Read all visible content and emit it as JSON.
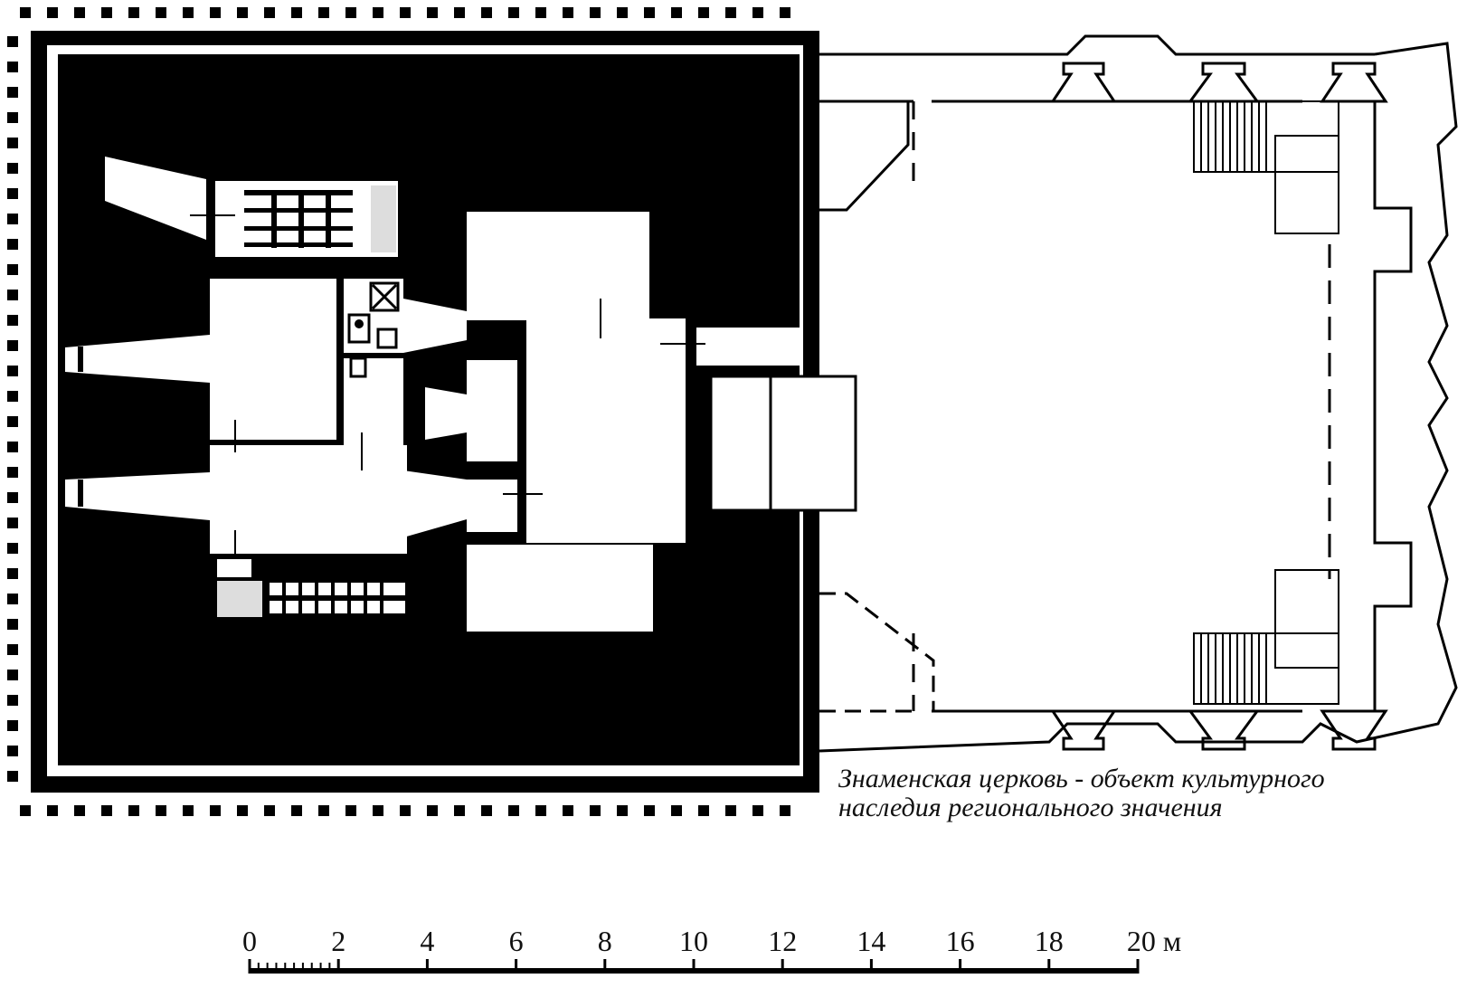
{
  "caption": {
    "line1": "Знаменская церковь - объект культурного",
    "line2": "наследия регионального значения"
  },
  "scale_bar": {
    "ticks": [
      "0",
      "2",
      "4",
      "6",
      "8",
      "10",
      "12",
      "14",
      "16",
      "18"
    ],
    "last_label": "20 м"
  },
  "colors": {
    "ink": "#000000",
    "paper": "#ffffff"
  }
}
